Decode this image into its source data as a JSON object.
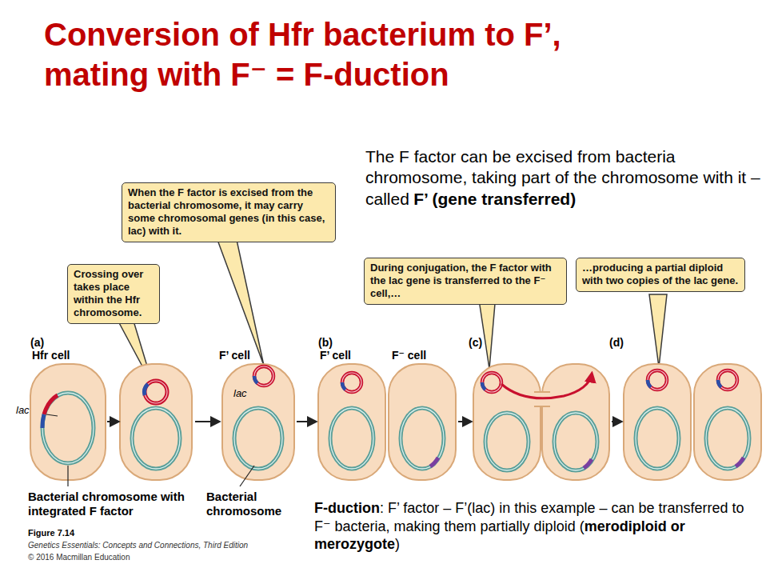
{
  "diagram": {
    "title": "Conversion of Hfr bacterium to F’, mating with F⁻ = F-duction",
    "nodes": [
      {
        "text": [
          "When the F factor is excised from the bacterial chromosome, it may carry some chromosomal genes (in this case, lac) with it."
        ]
      },
      {
        "text": [
          "Crossing over takes place within the Hfr chromosome."
        ]
      },
      {
        "text": [
          "During conjugation, the F factor with the lac gene is transferred to the F⁻ cell,…"
        ]
      },
      {
        "text": [
          "…producing a partial diploid with two copies of the lac gene."
        ]
      }
    ],
    "labels": [
      "The F factor can be excised from bacteria chromosome, taking part of the chromosome with it – called",
      "F’ (gene transferred)",
      "(a)",
      "Hfr cell",
      "lac",
      "F’ cell",
      "lac",
      "(b)",
      "F’ cell",
      "F⁻ cell",
      "(c)",
      "(d)",
      "Bacterial chromosome with integrated F factor",
      "Bacterial chromosome",
      "Figure 7.14",
      "Genetics Essentials: Concepts and Connections, Third Edition",
      "© 2016 Macmillan Education",
      "F-duction",
      ": F’ factor – F’(lac) in this example – can be transferred to F⁻ bacteria, making them partially diploid (",
      "merodiploid or merozygote",
      ")"
    ]
  }
}
